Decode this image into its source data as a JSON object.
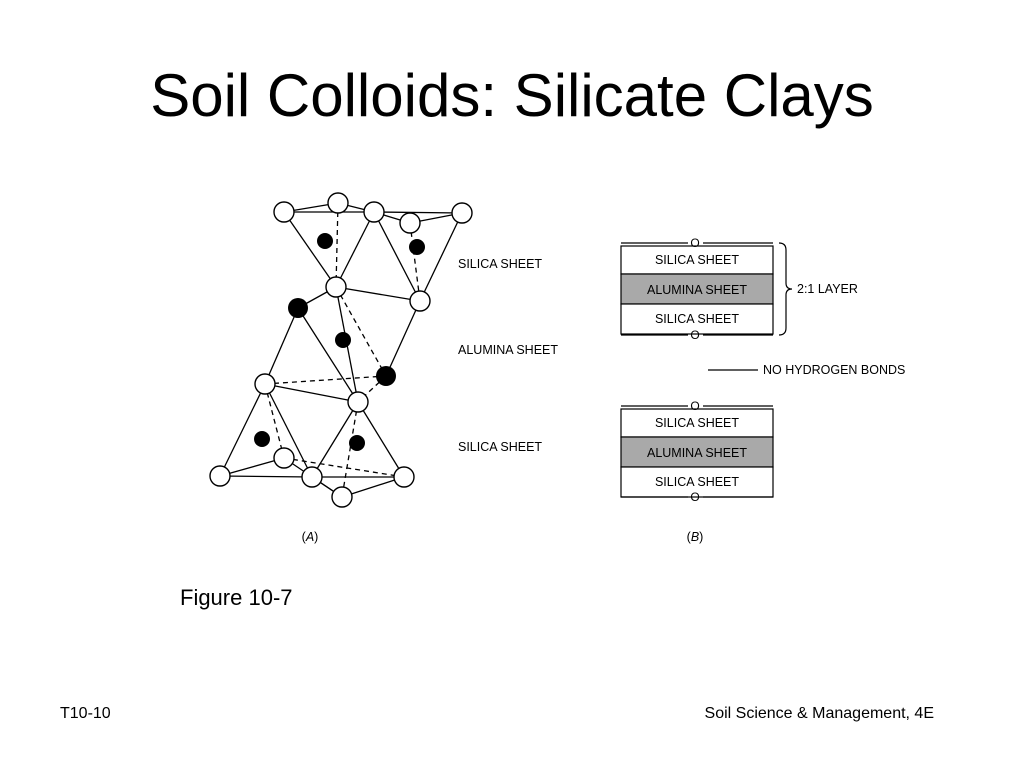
{
  "slide": {
    "title": "Soil Colloids: Silicate Clays",
    "caption": "Figure 10-7",
    "footer_left": "T10-10",
    "footer_right": "Soil Science & Management, 4E"
  },
  "panel_a": {
    "label_prefix": "(",
    "label_letter": "A",
    "label_suffix": ")",
    "sheet_labels": [
      "SILICA SHEET",
      "ALUMINA SHEET",
      "SILICA SHEET"
    ]
  },
  "panel_b": {
    "label_prefix": "(",
    "label_letter": "B",
    "label_suffix": ")",
    "upper_layer": [
      "SILICA SHEET",
      "ALUMINA SHEET",
      "SILICA SHEET"
    ],
    "lower_layer": [
      "SILICA SHEET",
      "ALUMINA SHEET",
      "SILICA SHEET"
    ],
    "oxygen_symbol": "O",
    "bracket_label": "2:1 LAYER",
    "gap_label": "NO HYDROGEN BONDS"
  },
  "colors": {
    "alumina_fill": "#a9a9a9",
    "line": "#000000"
  }
}
